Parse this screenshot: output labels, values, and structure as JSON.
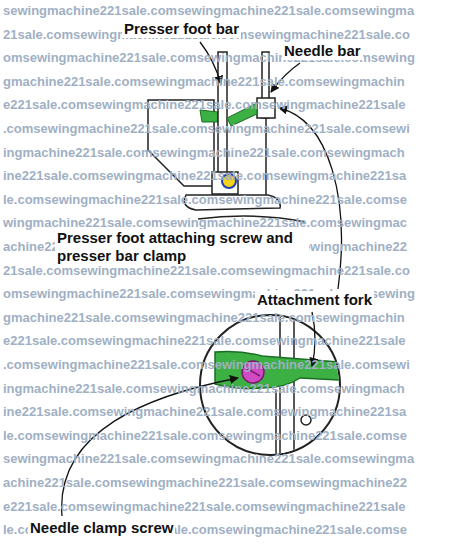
{
  "diagram": {
    "labels": [
      "Presser foot bar",
      "Needle bar",
      "Presser foot attaching screw and presser bar clamp",
      "Attachment fork",
      "Needle clamp screw",
      "sewingmachine221sale.comsewingmachine221sale.comsewingma",
      "21sale.comsewingmachine221sale.comsewingmachine221sale.co",
      "omsewingmachine221sale.comsewingmachine221sale.comsewing",
      "gmachine221sale.comsewingmachine221sale.comsewingmachin",
      "e221sale.comsewingmachine221sale.comsewingmachine221sale",
      ".comsewingmachine221sale.comsewingmachine221sale.comsewi",
      "ingmachine221sale.comsewingmachine221sale.comsewingmach",
      "ine221sale.comsewingmachine221sale.comsewingmachine221sa",
      "le.comsewingmachine221sale.comsewingmachine221sale.comse",
      "wingmachine221sale.comsewingmachine221sale.comsewingmac",
      "achine221sale.comsewingmachine221sale.comsewingmachine22",
      "21sale.comsewingmachine221sale.comsewingmachine221sale.co",
      "omsewingmachine221sale.comsewingmachine221sale.comsewing",
      "gmachine221sale.comsewingmachine221sale.comsewingmachin",
      "e221sale.comsewingmachine221sale.comsewingmachine221sale",
      ".comsewingmachine221sale.comsewingmachine221sale.comsewi",
      "ingmachine221sale.comsewingmachine221sale.comsewingmach",
      "ine221sale.comsewingmachine221sale.comsewingmachine221sa",
      "le.comsewingmachine221sale.comsewingmachine221sale.comse",
      "sewingmachine221sale.comsewingmachine221sale.comsewingma",
      "achine221sale.comsewingmachine221sale.comsewingmachine22",
      "e221sale.comsewingmachine221sale.comsewingmachine221sale",
      "le.comsewingmachine221sale.comsewingmachine221sale.comse"
    ]
  }
}
